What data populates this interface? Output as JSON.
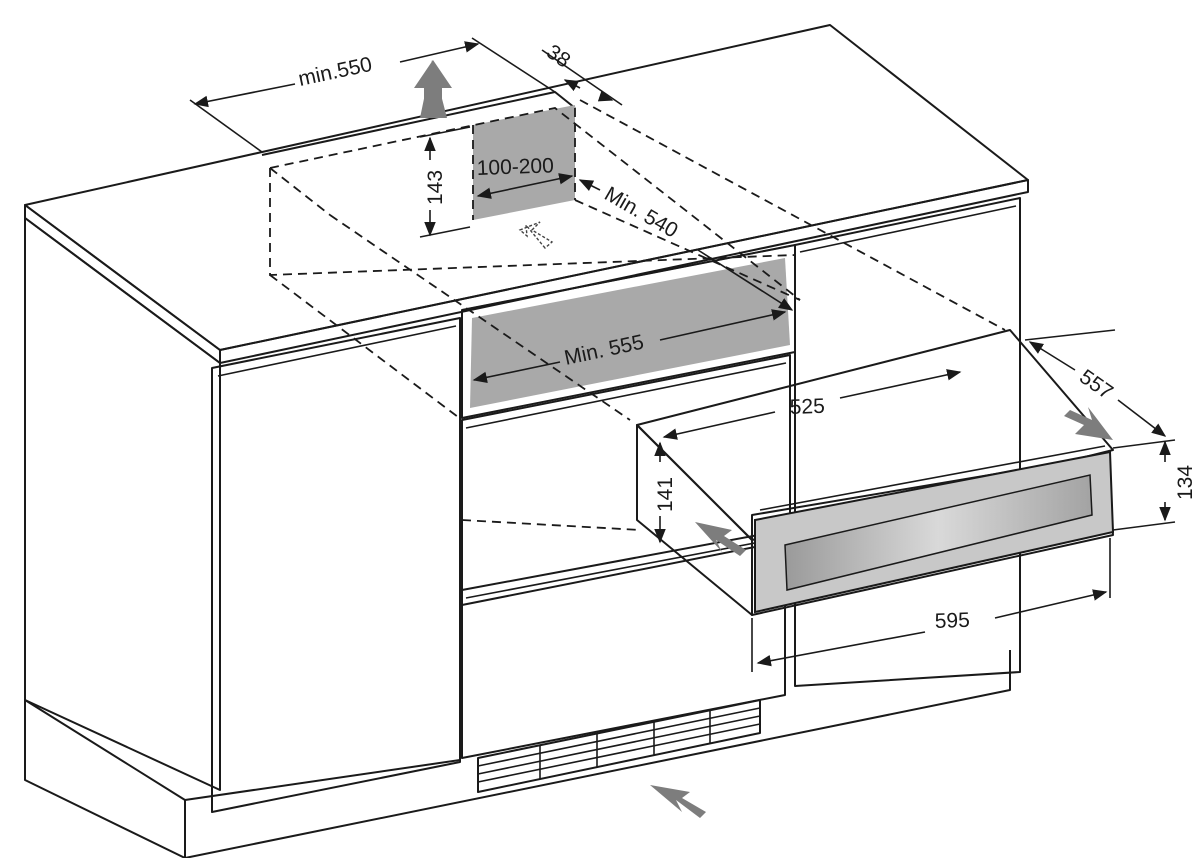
{
  "dimensions": {
    "cutout_width": "min.550",
    "depth_offset": "38",
    "cutout_height": "143",
    "gap": "100-200",
    "cutout_depth": "Min. 540",
    "niche_width": "Min. 555",
    "appliance_depth": "525",
    "appliance_full_depth": "557",
    "appliance_height": "141",
    "front_height": "134",
    "front_width": "595"
  },
  "colors": {
    "line": "#1a1a1a",
    "shaded_area": "#a9a9a9",
    "airflow_arrow": "#7d7d7d",
    "front_panel": "#c8c8c8"
  },
  "icons": [
    "airflow-arrow-icon",
    "airflow-outline-arrow-icon"
  ]
}
